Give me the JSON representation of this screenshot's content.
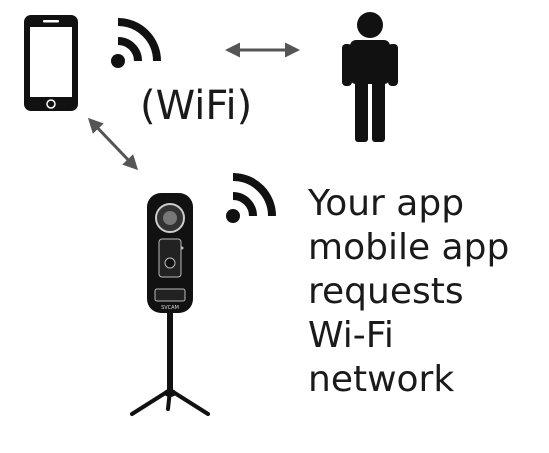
{
  "wifi_label": "(WiFi)",
  "caption": [
    "Your app",
    "mobile app",
    "requests",
    "Wi-Fi",
    "network"
  ],
  "camera_brand": "SVCAM",
  "icons": {
    "phone": "smartphone-icon",
    "wifi_top": "wifi-signal-icon",
    "person": "person-icon",
    "wifi_camera": "wifi-signal-icon",
    "camera": "camera-on-tripod-icon",
    "arrow_phone_person": "double-headed-arrow-icon",
    "arrow_phone_camera": "double-headed-arrow-icon"
  },
  "colors": {
    "ink": "#111111",
    "arrow": "#555555",
    "screen": "#ffffff"
  }
}
